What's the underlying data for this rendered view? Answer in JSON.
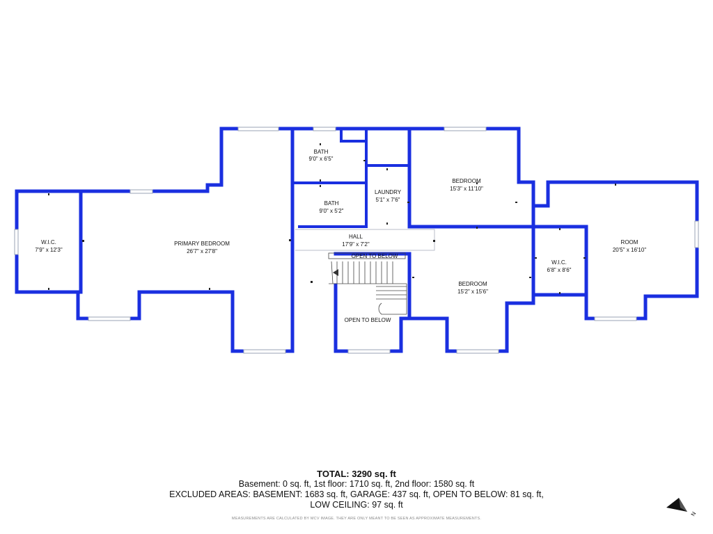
{
  "rooms": [
    {
      "id": "wic-left",
      "name": "W.I.C.",
      "dims": "7'9\" x 12'3\""
    },
    {
      "id": "primary-bedroom",
      "name": "PRIMARY BEDROOM",
      "dims": "26'7\" x 27'8\""
    },
    {
      "id": "bath-upper",
      "name": "BATH",
      "dims": "9'0\" x 6'5\""
    },
    {
      "id": "bath-lower",
      "name": "BATH",
      "dims": "9'0\" x 5'2\""
    },
    {
      "id": "laundry",
      "name": "LAUNDRY",
      "dims": "5'1\" x 7'6\""
    },
    {
      "id": "bedroom-upper",
      "name": "BEDROOM",
      "dims": "15'3\" x 11'10\""
    },
    {
      "id": "hall",
      "name": "HALL",
      "dims": "17'9\" x 7'2\""
    },
    {
      "id": "open-to-below-stair",
      "name": "OPEN TO BELOW",
      "dims": ""
    },
    {
      "id": "open-to-below",
      "name": "OPEN TO BELOW",
      "dims": ""
    },
    {
      "id": "bedroom-lower",
      "name": "BEDROOM",
      "dims": "15'2\" x 15'6\""
    },
    {
      "id": "wic-right",
      "name": "W.I.C.",
      "dims": "6'8\" x 8'6\""
    },
    {
      "id": "room",
      "name": "ROOM",
      "dims": "20'5\" x 16'10\""
    }
  ],
  "summary": {
    "total": "TOTAL: 3290 sq. ft",
    "line1": "Basement: 0 sq. ft, 1st floor: 1710 sq. ft, 2nd floor: 1580 sq. ft",
    "line2": "EXCLUDED AREAS: BASEMENT: 1683 sq. ft, GARAGE: 437 sq. ft, OPEN TO BELOW: 81 sq. ft,",
    "line3": "LOW CEILING: 97 sq. ft"
  },
  "disclaimer": "MEASUREMENTS ARE CALCULATED BY MCV IMAGE. THEY ARE ONLY MEANT TO BE SEEN AS APPROXIMATE MEASUREMENTS.",
  "compass": {
    "label": "N",
    "icon": "north-arrow-icon"
  },
  "colors": {
    "wall": "#1a2fe0",
    "background": "#ffffff"
  }
}
